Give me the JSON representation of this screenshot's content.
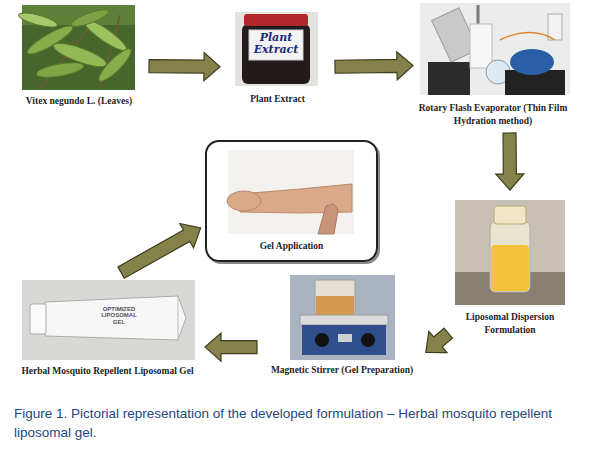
{
  "diagram": {
    "caption": "Figure 1. Pictorial representation of the developed formulation – Herbal mosquito repellent liposomal gel.",
    "nodes": [
      {
        "text": [
          "Vitex negundo L. (Leaves)"
        ]
      },
      {
        "text": [
          "Plant Extract"
        ]
      },
      {
        "text": [
          "Rotary Flash Evaporator (Thin Film Hydration method)"
        ]
      },
      {
        "text": [
          "Liposomal Dispersion Formulation"
        ]
      },
      {
        "text": [
          "Magnetic Stirrer (Gel Preparation)"
        ]
      },
      {
        "text": [
          "Herbal Mosquito Repellent Liposomal Gel"
        ]
      },
      {
        "text": [
          "Gel Application"
        ]
      }
    ],
    "edges": [
      {
        "from": 0,
        "to": 1,
        "arrow": "to"
      },
      {
        "from": 1,
        "to": 2,
        "arrow": "to"
      },
      {
        "from": 2,
        "to": 3,
        "arrow": "to"
      },
      {
        "from": 3,
        "to": 4,
        "arrow": "to"
      },
      {
        "from": 4,
        "to": 5,
        "arrow": "to"
      },
      {
        "from": 5,
        "to": 6,
        "arrow": "to"
      }
    ],
    "labels": [
      "Plant Extract",
      "OPTIMIZED LIPOSOMAL GEL"
    ]
  }
}
